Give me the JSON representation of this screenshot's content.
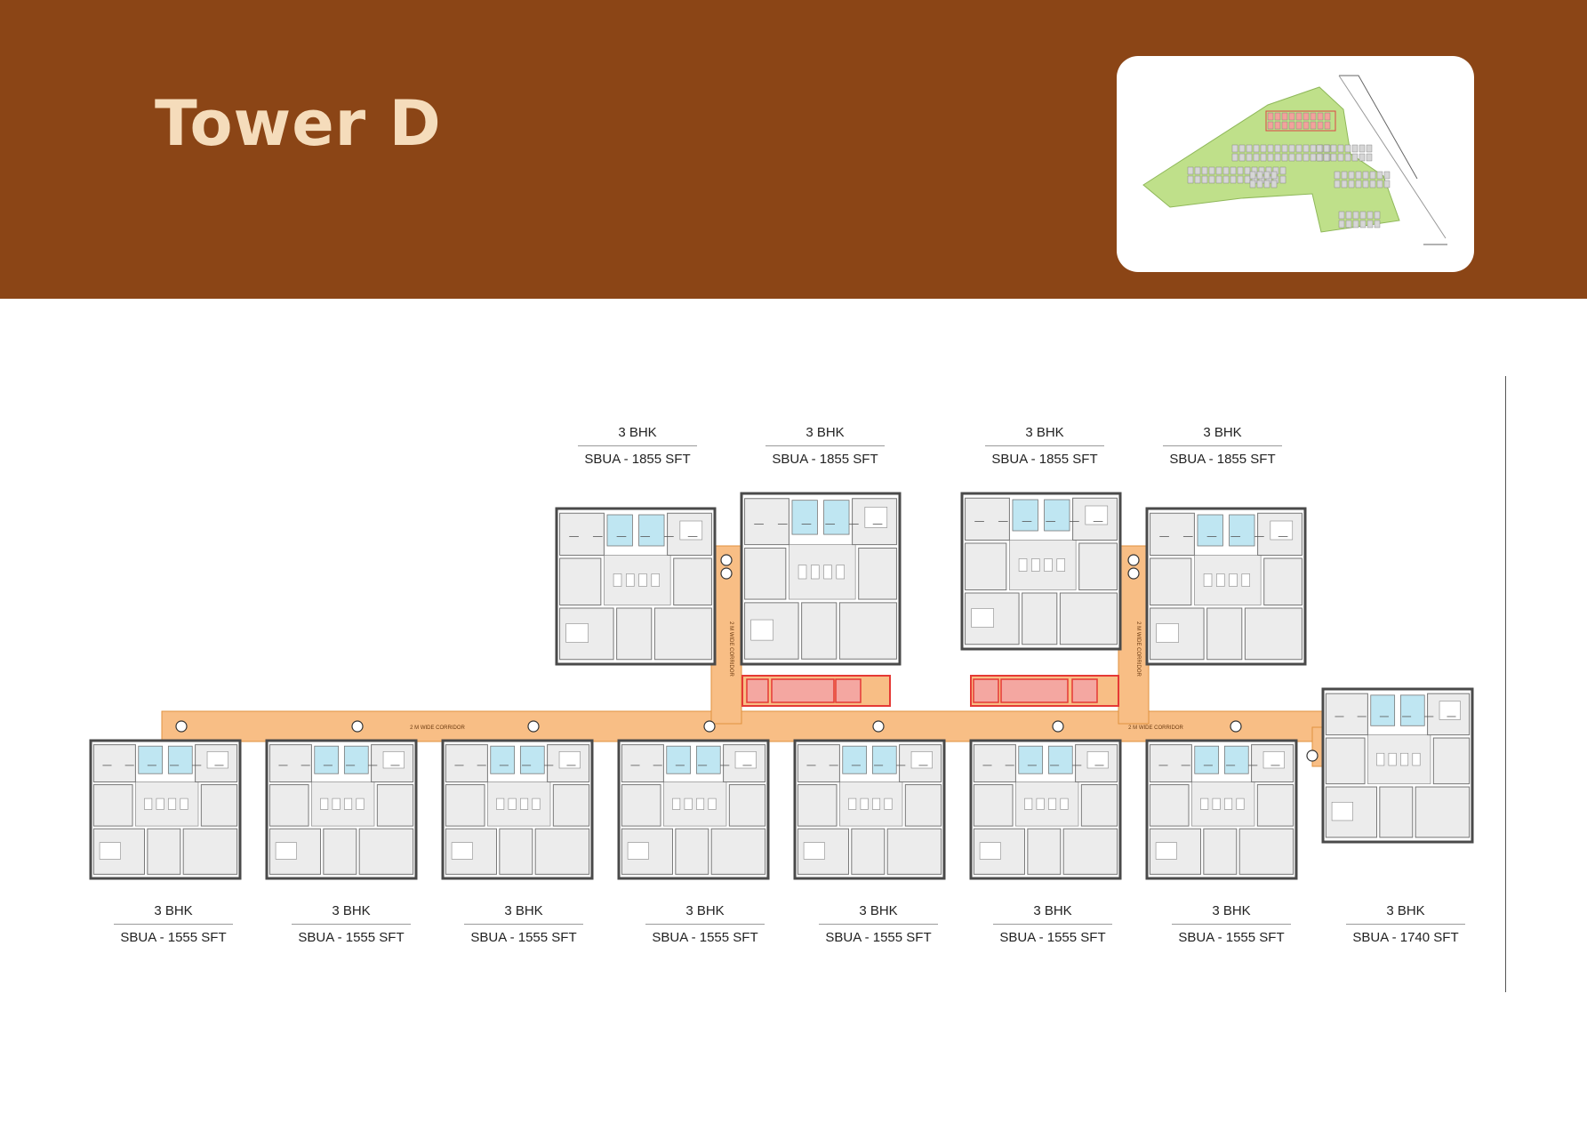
{
  "page": {
    "title": "Tower D",
    "colors": {
      "header_bg": "#8B4516",
      "title": "#F5DCBB",
      "corridor": "#F8BE85",
      "corridor_edge": "#E0913F",
      "stair": "#E53935",
      "wall": "#4a4a4a",
      "floor": "#ececec",
      "wet_area": "#bfe6f2",
      "rule": "#555555"
    }
  },
  "key_plan": {
    "colors": {
      "land": "#BFE08A",
      "land_edge": "#8fb85a",
      "highlight": "#F2A29B",
      "block": "#d6d6d6"
    }
  },
  "units_top": [
    {
      "bhk": "3 BHK",
      "sbua": "SBUA - 1855 SFT"
    },
    {
      "bhk": "3 BHK",
      "sbua": "SBUA - 1855 SFT"
    },
    {
      "bhk": "3 BHK",
      "sbua": "SBUA - 1855 SFT"
    },
    {
      "bhk": "3 BHK",
      "sbua": "SBUA - 1855 SFT"
    }
  ],
  "units_bottom": [
    {
      "bhk": "3 BHK",
      "sbua": "SBUA - 1555 SFT"
    },
    {
      "bhk": "3 BHK",
      "sbua": "SBUA - 1555 SFT"
    },
    {
      "bhk": "3 BHK",
      "sbua": "SBUA - 1555 SFT"
    },
    {
      "bhk": "3 BHK",
      "sbua": "SBUA - 1555 SFT"
    },
    {
      "bhk": "3 BHK",
      "sbua": "SBUA - 1555 SFT"
    },
    {
      "bhk": "3 BHK",
      "sbua": "SBUA - 1555 SFT"
    },
    {
      "bhk": "3 BHK",
      "sbua": "SBUA - 1555 SFT"
    },
    {
      "bhk": "3 BHK",
      "sbua": "SBUA - 1740 SFT"
    }
  ],
  "corridor_labels": {
    "vertical": "2 M WIDE CORRIDOR",
    "horizontal": "2 M WIDE CORRIDOR"
  }
}
